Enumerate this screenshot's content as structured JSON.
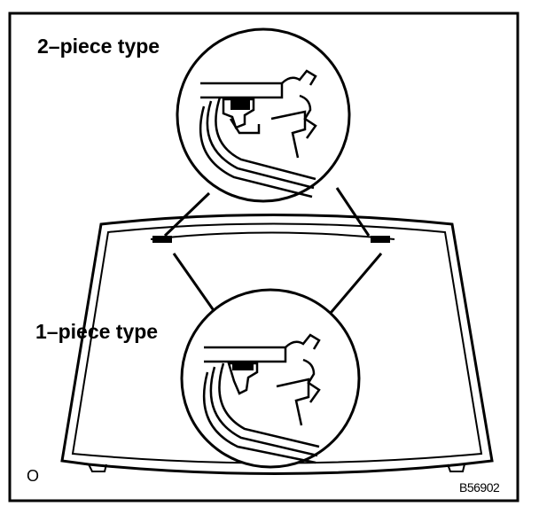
{
  "labels": {
    "two_piece": "2–piece type",
    "one_piece": "1–piece type"
  },
  "corner_mark": "O",
  "figure_code": "B56902",
  "colors": {
    "line": "#000000",
    "background": "#ffffff"
  }
}
